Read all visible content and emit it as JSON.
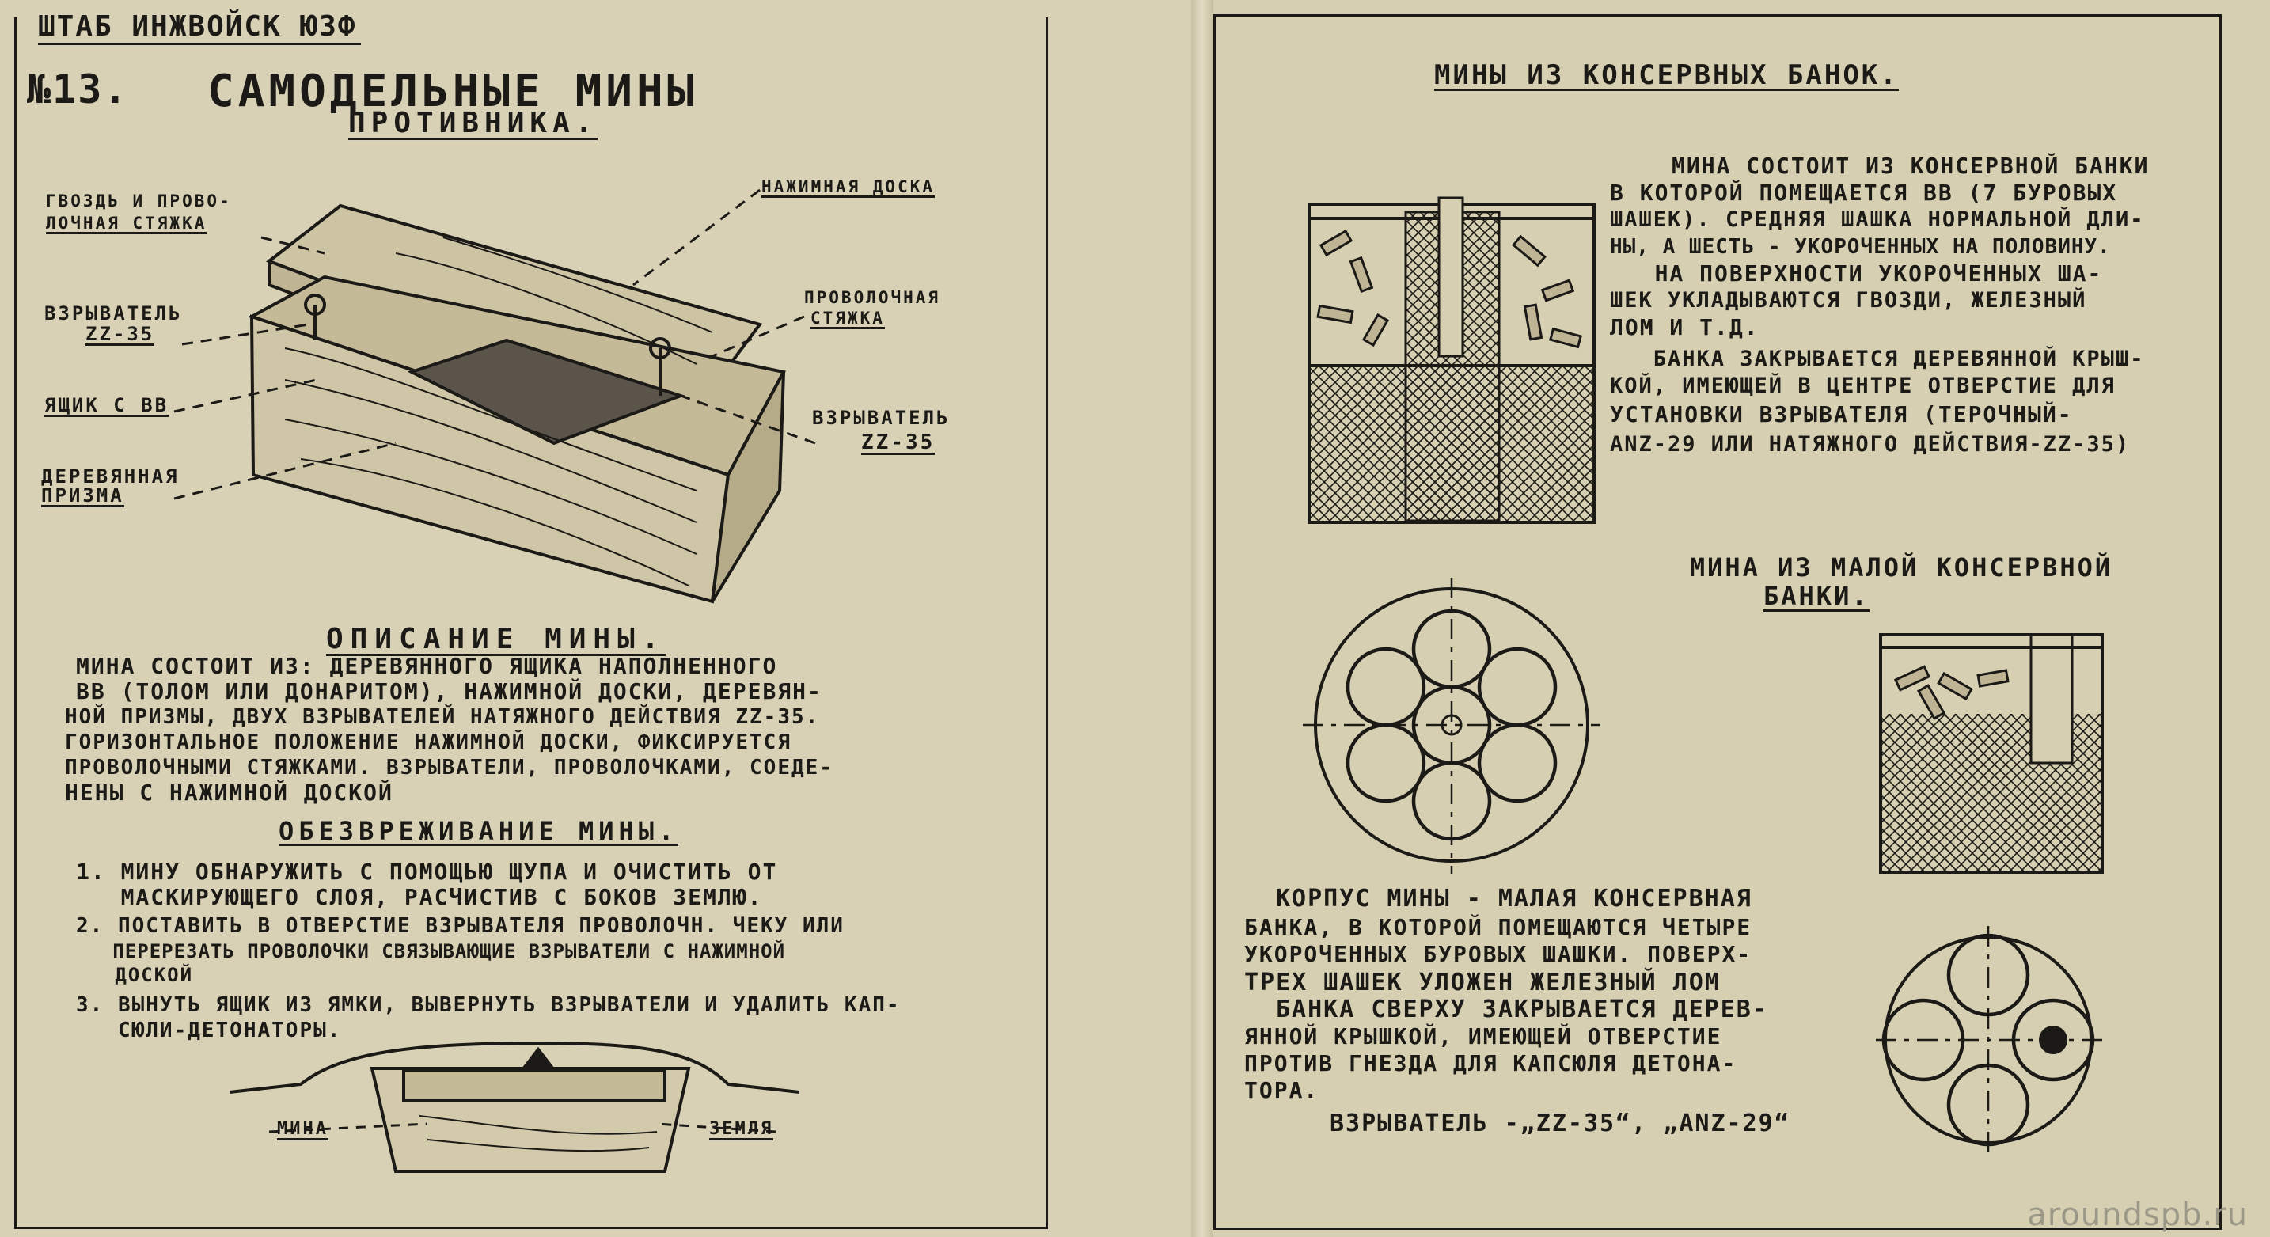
{
  "header": {
    "unit": "ШТАБ ИНЖВОЙСК ЮЗФ",
    "number": "№13."
  },
  "left": {
    "title": "САМОДЕЛЬНЫЕ МИНЫ",
    "subtitle": "ПРОТИВНИКА.",
    "labels": {
      "nail": [
        "ГВОЗДЬ И ПРОВО-",
        "ЛОЧНАЯ СТЯЖКА"
      ],
      "pressure_board": "НАЖИМНАЯ ДОСКА",
      "wire_tie": [
        "ПРОВОЛОЧНАЯ",
        "СТЯЖКА"
      ],
      "fuze_left": [
        "ВЗРЫВАТЕЛЬ",
        "ZZ-35"
      ],
      "box": "ЯЩИК С ВВ",
      "fuze_right": [
        "ВЗРЫВАТЕЛЬ",
        "ZZ-35"
      ],
      "prism": [
        "ДЕРЕВЯННАЯ",
        "ПРИЗМА"
      ]
    },
    "description_title": "ОПИСАНИЕ МИНЫ.",
    "description": [
      "МИНА СОСТОИТ ИЗ: ДЕРЕВЯННОГО ЯЩИКА НАПОЛНЕННОГО",
      "ВВ (ТОЛОМ ИЛИ ДОНАРИТОМ), НАЖИМНОЙ ДОСКИ, ДЕРЕВЯН-",
      "НОЙ ПРИЗМЫ, ДВУХ ВЗРЫВАТЕЛЕЙ НАТЯЖНОГО ДЕЙСТВИЯ ZZ-35.",
      "ГОРИЗОНТАЛЬНОЕ ПОЛОЖЕНИЕ НАЖИМНОЙ ДОСКИ, ФИКСИРУЕТСЯ",
      "ПРОВОЛОЧНЫМИ СТЯЖКАМИ. ВЗРЫВАТЕЛИ, ПРОВОЛОЧКАМИ, СОЕДЕ-",
      "НЕНЫ С НАЖИМНОЙ ДОСКОЙ"
    ],
    "defuse_title": "ОБЕЗВРЕЖИВАНИЕ МИНЫ.",
    "defuse": [
      "1. МИНУ ОБНАРУЖИТЬ С ПОМОЩЬЮ ЩУПА И ОЧИСТИТЬ ОТ",
      "   МАСКИРУЮЩЕГО СЛОЯ, РАСЧИСТИВ С БОКОВ ЗЕМЛЮ.",
      "2. ПОСТАВИТЬ В ОТВЕРСТИЕ ВЗРЫВАТЕЛЯ ПРОВОЛОЧН. ЧЕКУ ИЛИ",
      "   ПЕРЕРЕЗАТЬ ПРОВОЛОЧКИ СВЯЗЫВАЮЩИЕ ВЗРЫВАТЕЛИ С НАЖИМНОЙ",
      "   ДОСКОЙ",
      "3. ВЫНУТЬ ЯЩИК ИЗ ЯМКИ, ВЫВЕРНУТЬ ВЗРЫВАТЕЛИ И УДАЛИТЬ КАП-",
      "   СЮЛИ-ДЕТОНАТОРЫ."
    ],
    "ground_labels": {
      "mine": "МИНА",
      "earth": "ЗЕМЛЯ"
    }
  },
  "right": {
    "title": "МИНЫ ИЗ КОНСЕРВНЫХ БАНОК.",
    "text1": [
      "МИНА СОСТОИТ ИЗ КОНСЕРВНОЙ БАНКИ",
      "В КОТОРОЙ ПОМЕЩАЕТСЯ ВВ (7 БУРОВЫХ",
      "ШАШЕК). СРЕДНЯЯ ШАШКА НОРМАЛЬНОЙ ДЛИ-",
      "НЫ, А ШЕСТЬ - УКОРОЧЕННЫХ НА ПОЛОВИНУ.",
      "   НА ПОВЕРХНОСТИ УКОРОЧЕННЫХ ША-",
      "ШЕК УКЛАДЫВАЮТСЯ ГВОЗДИ, ЖЕЛЕЗНЫЙ",
      "ЛОМ И Т.Д.",
      "   БАНКА ЗАКРЫВАЕТСЯ ДЕРЕВЯННОЙ КРЫШ-",
      "КОЙ, ИМЕЮЩЕЙ В ЦЕНТРЕ ОТВЕРСТИЕ ДЛЯ",
      "УСТАНОВКИ ВЗРЫВАТЕЛЯ (ТЕРОЧНЫЙ-",
      "ANZ-29 ИЛИ НАТЯЖНОГО ДЕЙСТВИЯ-ZZ-35)"
    ],
    "title2": [
      "МИНА ИЗ МАЛОЙ КОНСЕРВНОЙ",
      "БАНКИ."
    ],
    "text2": [
      "КОРПУС МИНЫ - МАЛАЯ КОНСЕРВНАЯ",
      "БАНКА, В КОТОРОЙ ПОМЕЩАЮТСЯ ЧЕТЫРЕ",
      "УКОРОЧЕННЫХ БУРОВЫХ ШАШКИ. ПОВЕРХ-",
      "ТРЕХ ШАШЕК УЛОЖЕН ЖЕЛЕЗНЫЙ ЛОМ",
      "БАНКА СВЕРХУ ЗАКРЫВАЕТСЯ ДЕРЕВ-",
      "ЯННОЙ КРЫШКОЙ, ИМЕЮЩЕЙ ОТВЕРСТИЕ",
      "ПРОТИВ ГНЕЗДА ДЛЯ КАПСЮЛЯ ДЕТОНА-",
      "ТОРА."
    ],
    "fuzes": "ВЗРЫВАТЕЛЬ -„ZZ-35“, „ANZ-29“"
  },
  "watermark": "aroundspb.ru",
  "colors": {
    "paper": "#d8d1b5",
    "ink": "#1c1a17"
  }
}
